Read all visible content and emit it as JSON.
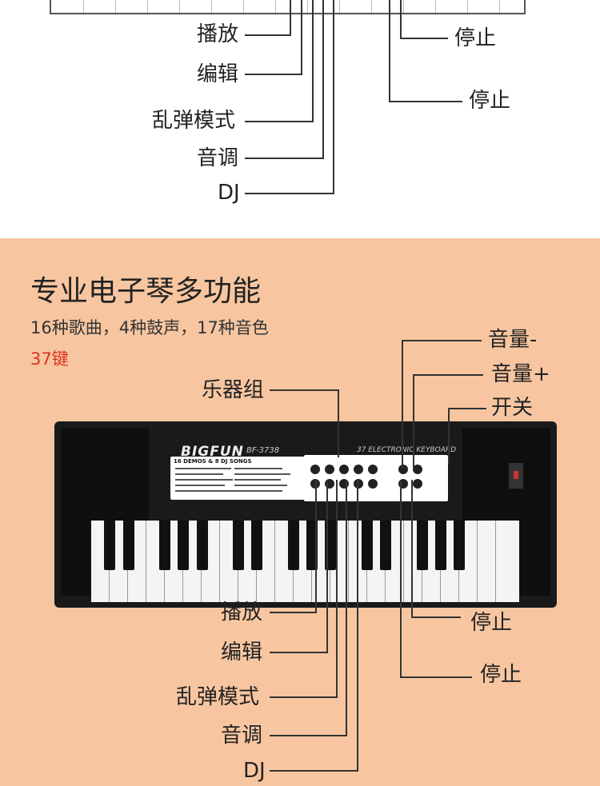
{
  "top": {
    "labels": {
      "play": "播放",
      "edit": "编辑",
      "shuffle": "乱弹模式",
      "tone": "音调",
      "dj": "DJ",
      "stop1": "停止",
      "stop2": "停止"
    }
  },
  "bottom": {
    "title": "专业电子琴多功能",
    "subtitle": "16种歌曲，4种鼓声，17种音色",
    "keys_count": "37键",
    "labels": {
      "instrument_group": "乐器组",
      "volume_down": "音量-",
      "volume_up": "音量+",
      "power": "开关",
      "play": "播放",
      "edit": "编辑",
      "shuffle": "乱弹模式",
      "tone": "音调",
      "dj": "DJ",
      "stop1": "停止",
      "stop2": "停止"
    }
  },
  "keyboard": {
    "brand": "BIGFUN",
    "model": "BF-3738",
    "subtitle": "37 ELECTRONIC KEYBOARD",
    "songs_header": "16 DEMOS & 8 DJ SONGS"
  },
  "colors": {
    "bottom_bg": "#f7c6a0",
    "accent_red": "#e03020"
  }
}
